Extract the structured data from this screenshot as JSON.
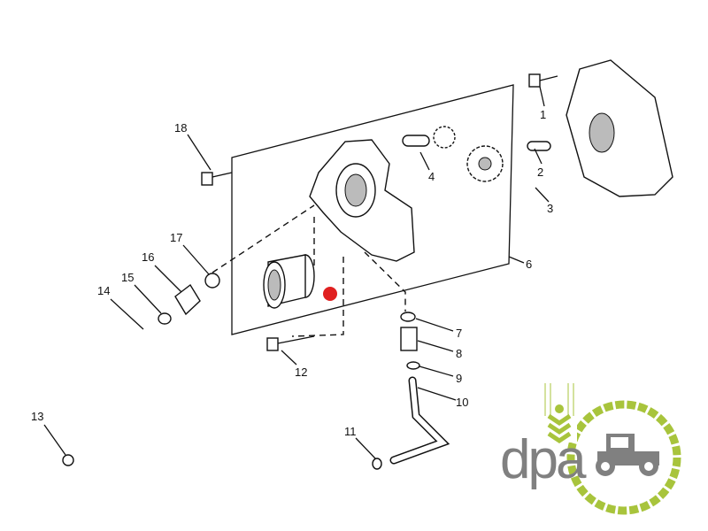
{
  "diagram": {
    "callouts": [
      {
        "id": "1",
        "label": "1"
      },
      {
        "id": "2",
        "label": "2"
      },
      {
        "id": "3",
        "label": "3"
      },
      {
        "id": "4",
        "label": "4"
      },
      {
        "id": "6",
        "label": "6"
      },
      {
        "id": "7",
        "label": "7"
      },
      {
        "id": "8",
        "label": "8"
      },
      {
        "id": "9",
        "label": "9"
      },
      {
        "id": "10",
        "label": "10"
      },
      {
        "id": "11",
        "label": "11"
      },
      {
        "id": "12",
        "label": "12"
      },
      {
        "id": "13",
        "label": "13"
      },
      {
        "id": "14",
        "label": "14"
      },
      {
        "id": "15",
        "label": "15"
      },
      {
        "id": "16",
        "label": "16"
      },
      {
        "id": "17",
        "label": "17"
      },
      {
        "id": "18",
        "label": "18"
      }
    ],
    "marker_color": "#e02020"
  },
  "logo": {
    "text": "dpa",
    "green": "#a8c43c",
    "gray": "#808080"
  }
}
